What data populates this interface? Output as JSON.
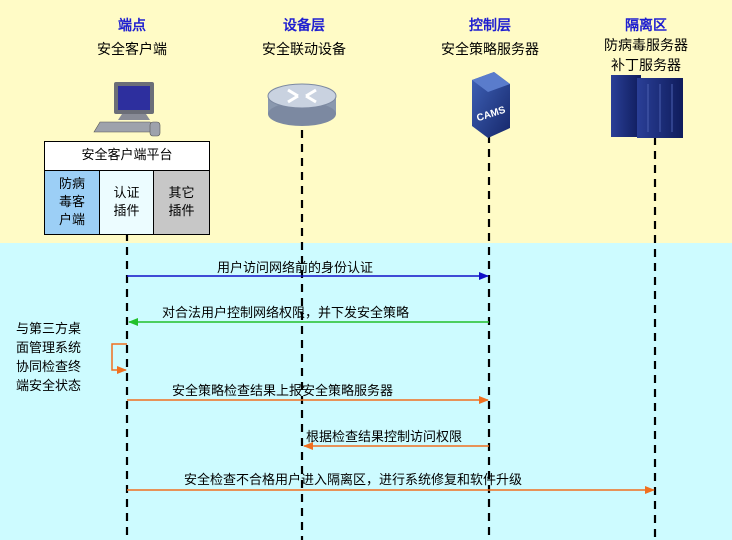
{
  "columns": [
    {
      "category": "端点",
      "subtitle": "安全客户端"
    },
    {
      "category": "设备层",
      "subtitle": "安全联动设备"
    },
    {
      "category": "控制层",
      "subtitle": "安全策略服务器"
    },
    {
      "category": "隔离区",
      "subtitle_line1": "防病毒服务器",
      "subtitle_line2": "补丁服务器"
    }
  ],
  "server_label": "CAMS",
  "platform": {
    "title": "安全客户端平台",
    "plugins": [
      {
        "line1": "防病",
        "line2": "毒客",
        "line3": "户端"
      },
      {
        "line1": "认证",
        "line2": "插件"
      },
      {
        "line1": "其它",
        "line2": "插件"
      }
    ]
  },
  "messages": [
    "用户访问网络前的身份认证",
    "对合法用户控制网络权限，并下发安全策略",
    "安全策略检查结果上报安全策略服务器",
    "根据检查结果控制访问权限",
    "安全检查不合格用户进入隔离区，进行系统修复和软件升级"
  ],
  "side_note": {
    "line1": "与第三方桌",
    "line2": "面管理系统",
    "line3": "协同检查终",
    "line4": "端安全状态"
  },
  "colors": {
    "top_band": "#fffbc6",
    "bottom_band": "#cdfbff",
    "header_blue": "#1f1fd0",
    "arrow_blue": "#1010c8",
    "arrow_green": "#22c02a",
    "arrow_orange": "#f07020"
  }
}
